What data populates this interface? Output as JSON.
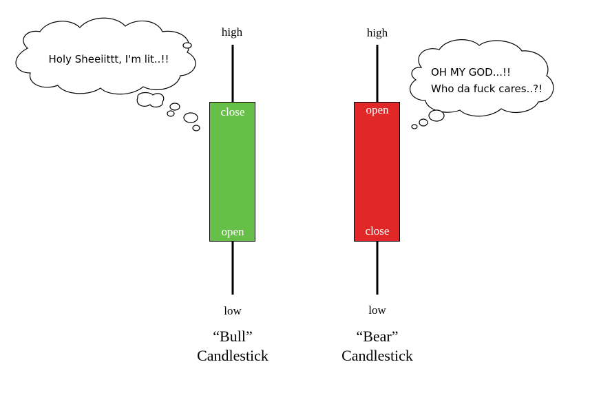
{
  "colors": {
    "bull": "#66bf46",
    "bear": "#e12727",
    "line": "#000000",
    "body_text": "#ffffff",
    "cloud_fill": "#ffffff",
    "cloud_stroke": "#000000"
  },
  "bull": {
    "high_label": "high",
    "low_label": "low",
    "top_label": "close",
    "bottom_label": "open",
    "caption_line1": "“Bull”",
    "caption_line2": "Candlestick",
    "thought": "Holy Sheeiittt, I'm lit..!!"
  },
  "bear": {
    "high_label": "high",
    "low_label": "low",
    "top_label": "open",
    "bottom_label": "close",
    "caption_line1": "“Bear”",
    "caption_line2": "Candlestick",
    "thought_line1": "OH MY GOD...!!",
    "thought_line2": "Who da fuck cares..?!"
  }
}
